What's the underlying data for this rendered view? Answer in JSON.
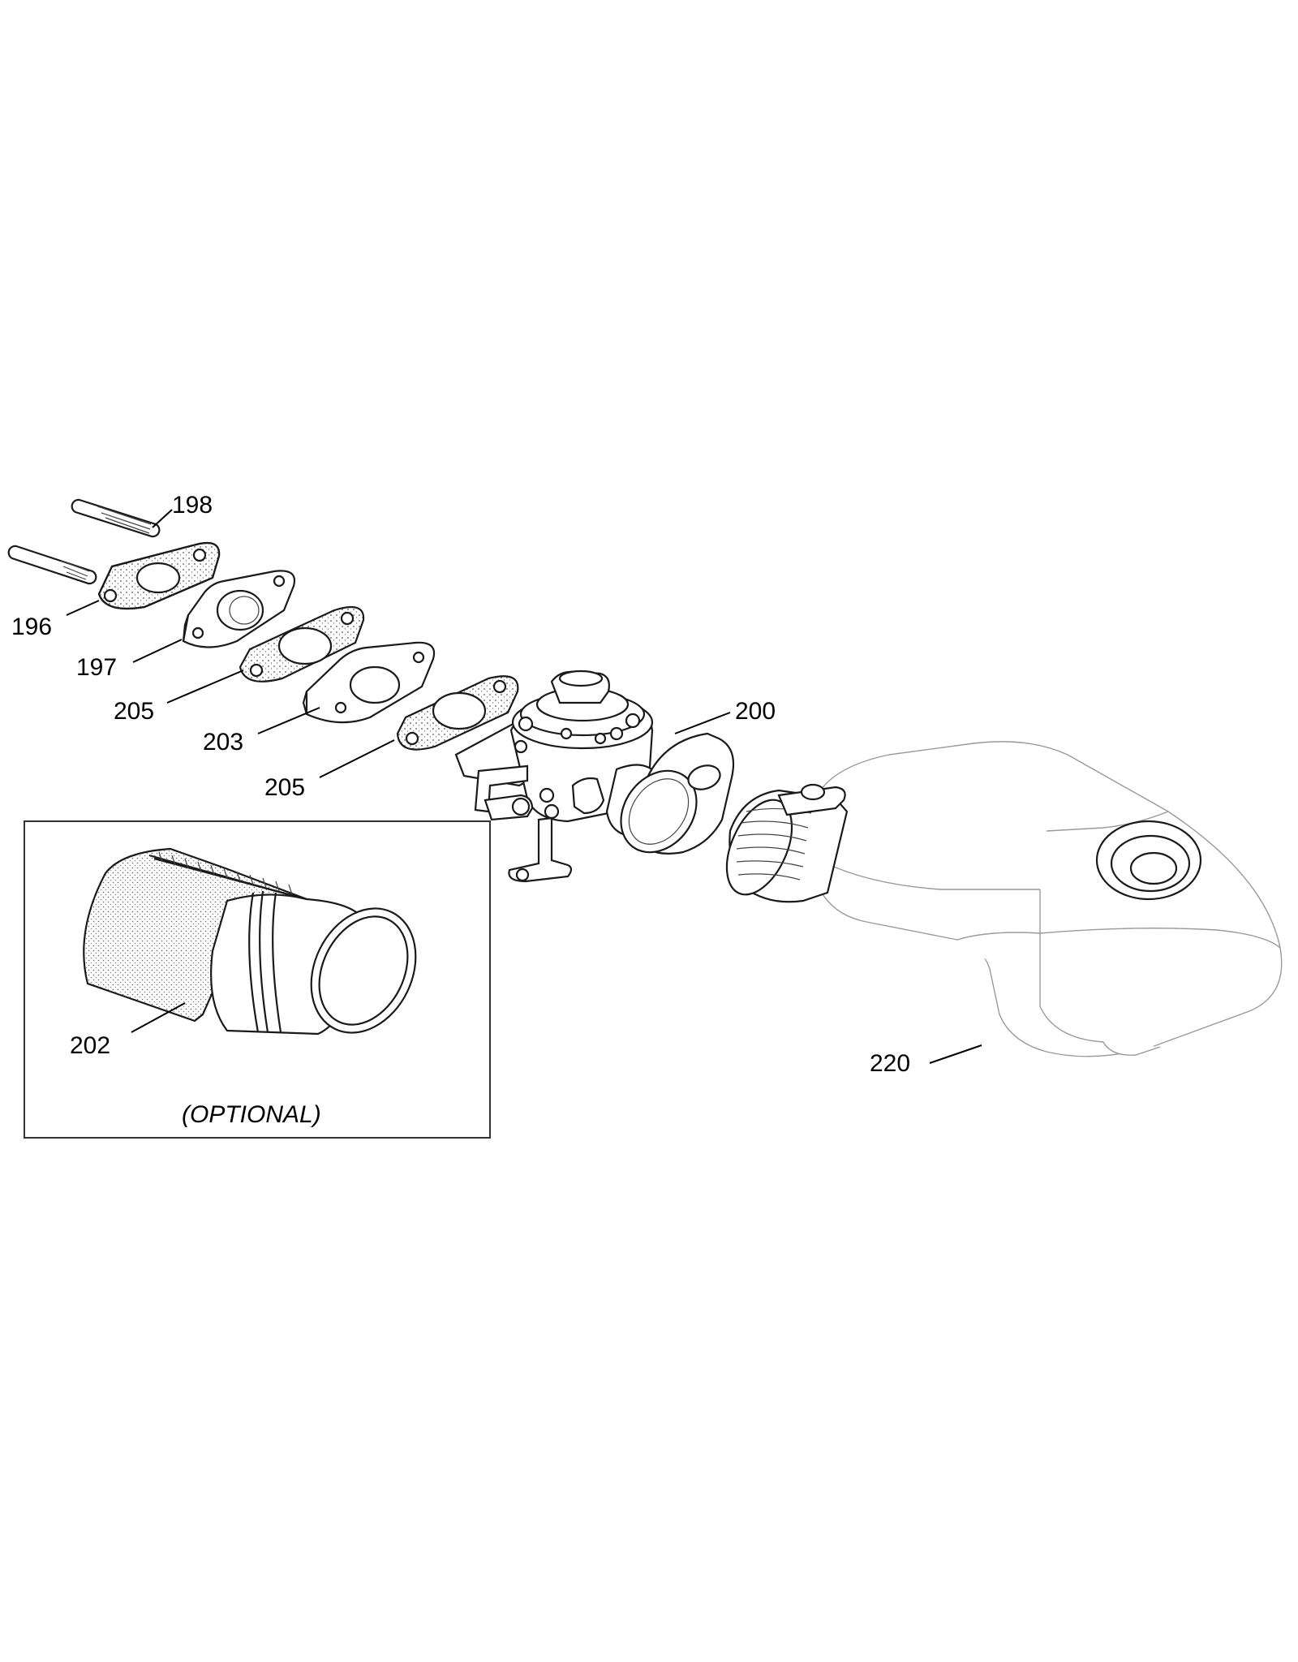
{
  "callouts": {
    "p198": "198",
    "p196": "196",
    "p197": "197",
    "p205a": "205",
    "p203": "203",
    "p205b": "205",
    "p200": "200",
    "p202": "202",
    "p220": "220"
  },
  "optional_box": {
    "caption": "(OPTIONAL)"
  }
}
